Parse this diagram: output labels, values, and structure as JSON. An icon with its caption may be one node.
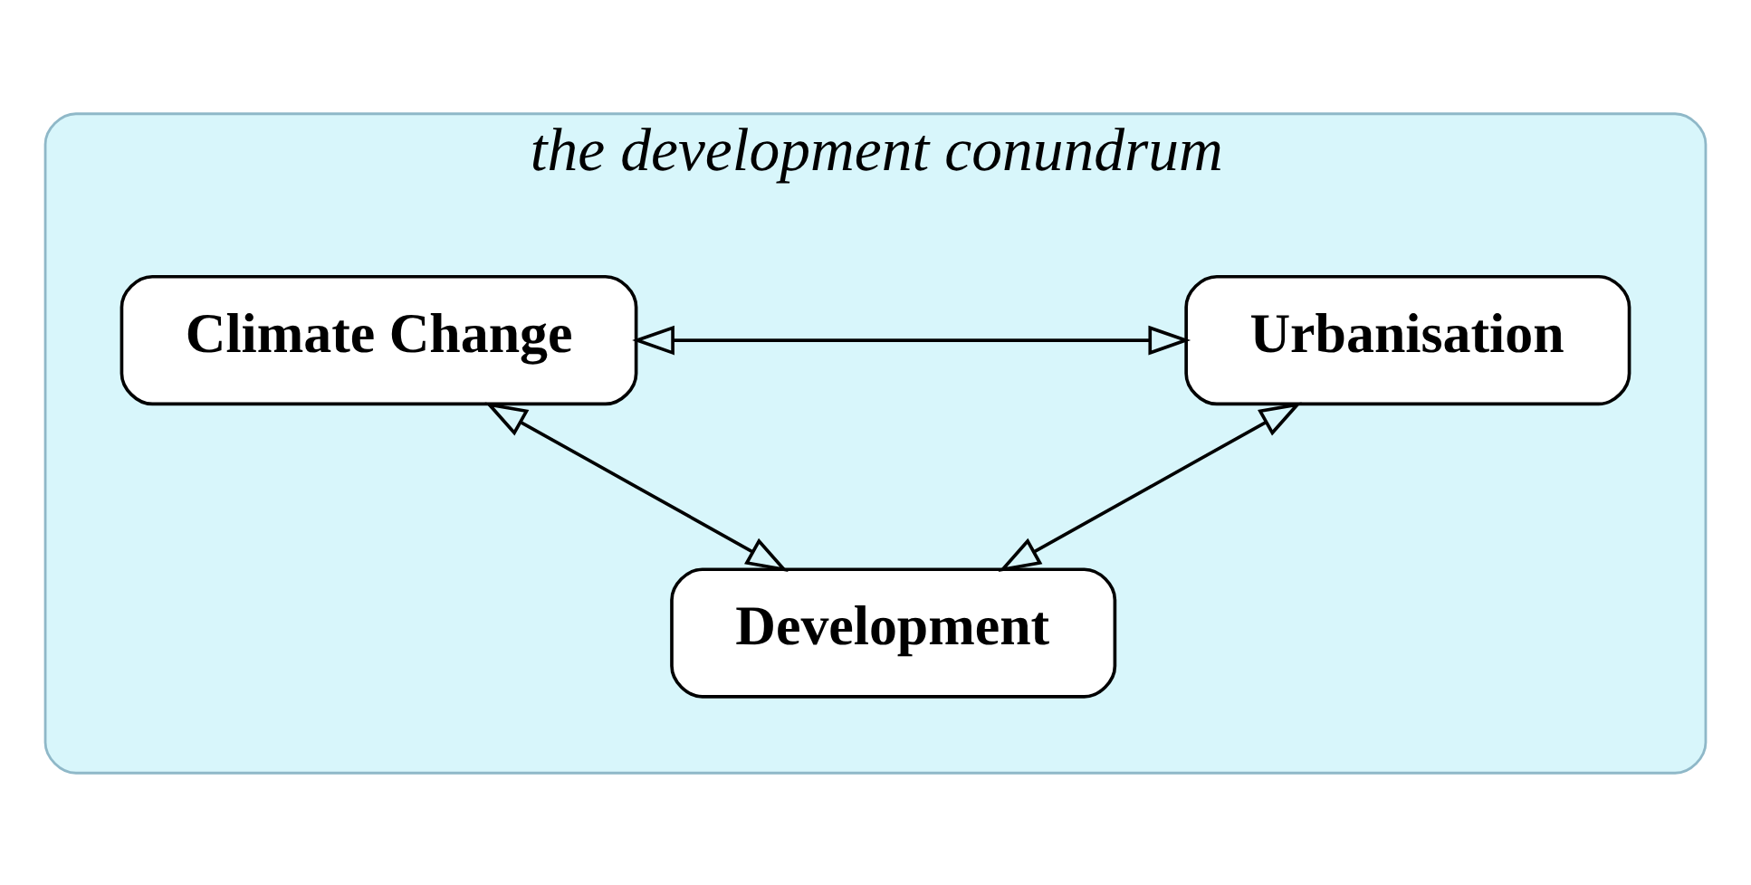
{
  "diagram": {
    "nodes": [
      {
        "text": [
          "the development conundrum"
        ]
      },
      {
        "text": [
          "Climate Change"
        ],
        "in": 0
      },
      {
        "text": [
          "Urbanisation"
        ],
        "in": 0
      },
      {
        "text": [
          "Development"
        ],
        "in": 0
      }
    ],
    "edges": [
      {
        "from": 1,
        "to": 2,
        "arrow": "both"
      },
      {
        "from": 1,
        "to": 3,
        "arrow": "both"
      },
      {
        "from": 2,
        "to": 3,
        "arrow": "both"
      }
    ]
  }
}
